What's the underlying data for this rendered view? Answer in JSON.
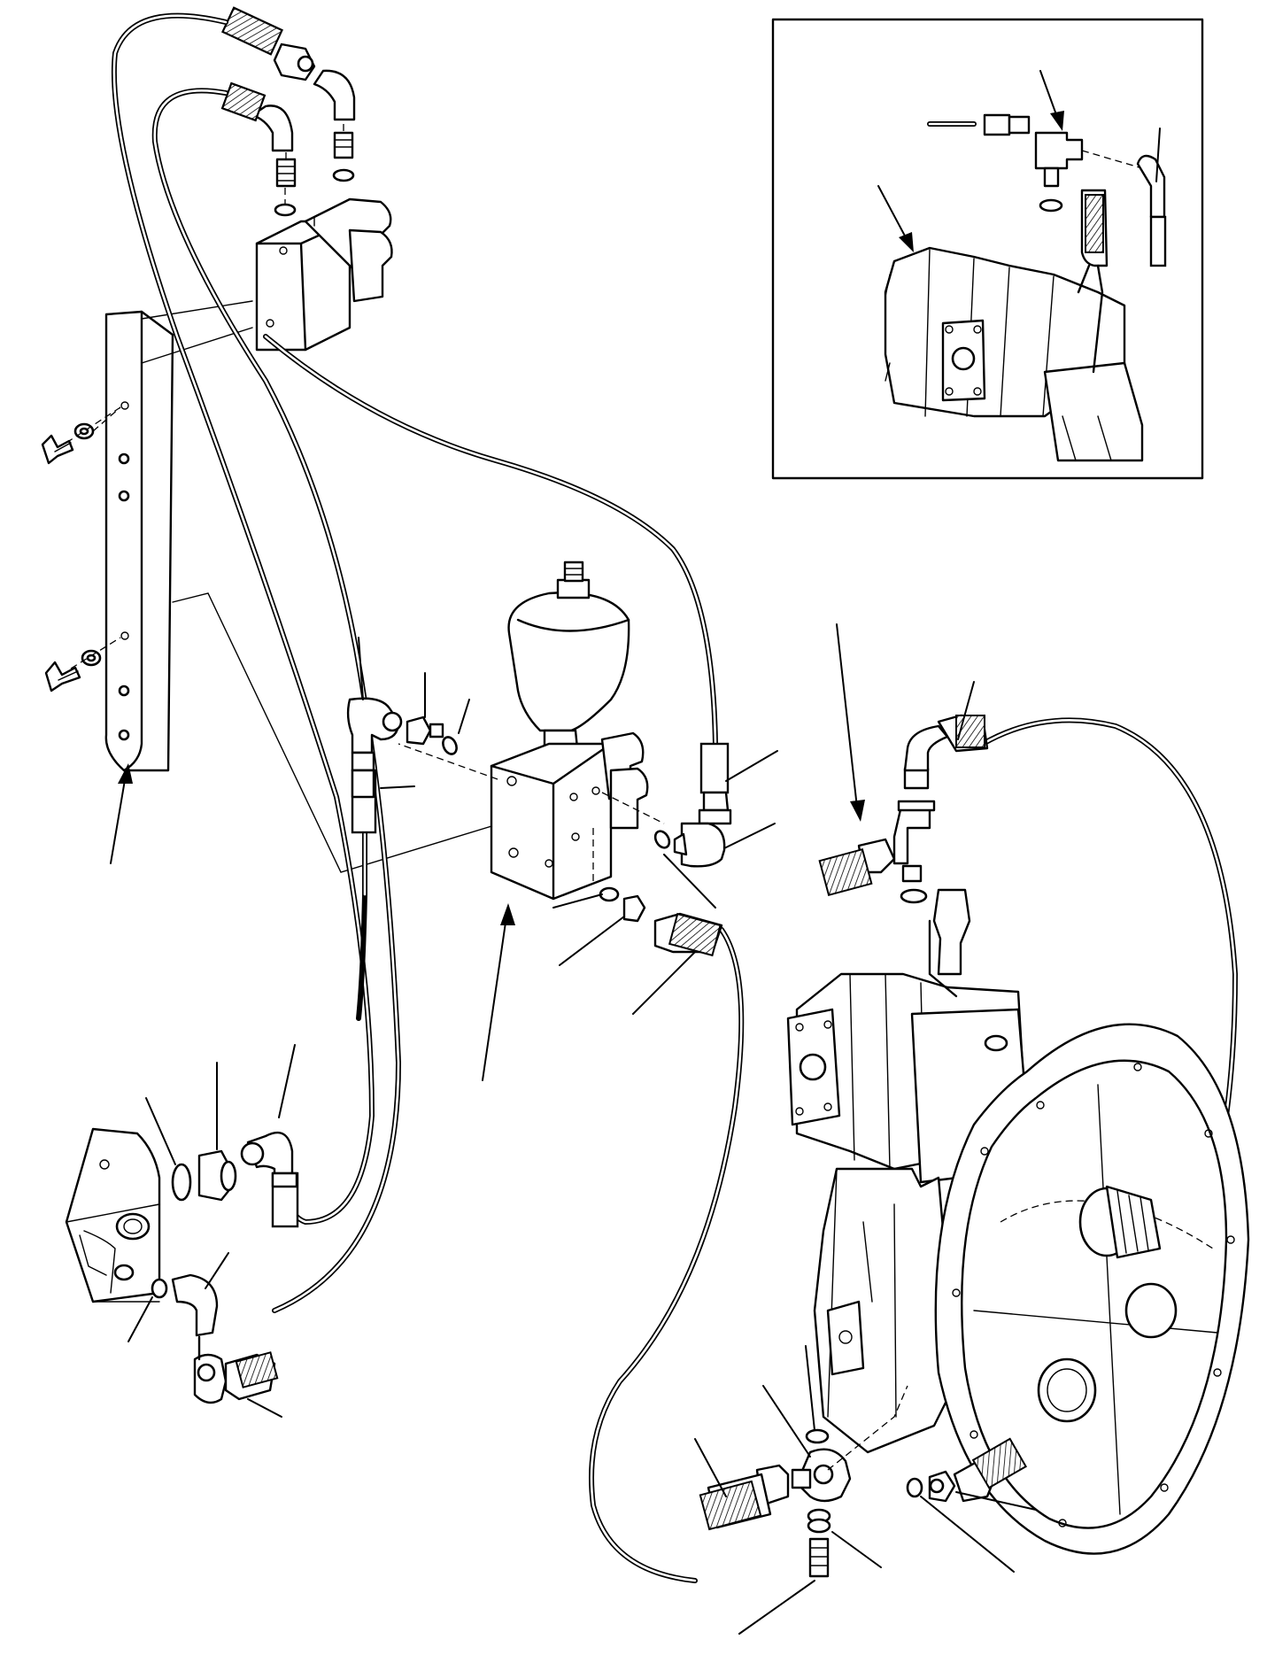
{
  "diagram": {
    "labels": [],
    "assemblies": [
      {
        "name": "upper-valve-block"
      },
      {
        "name": "mounting-bracket"
      },
      {
        "name": "accumulator"
      },
      {
        "name": "center-valve-block"
      },
      {
        "name": "hydraulic-pump"
      },
      {
        "name": "inset-pump-detail"
      }
    ]
  }
}
